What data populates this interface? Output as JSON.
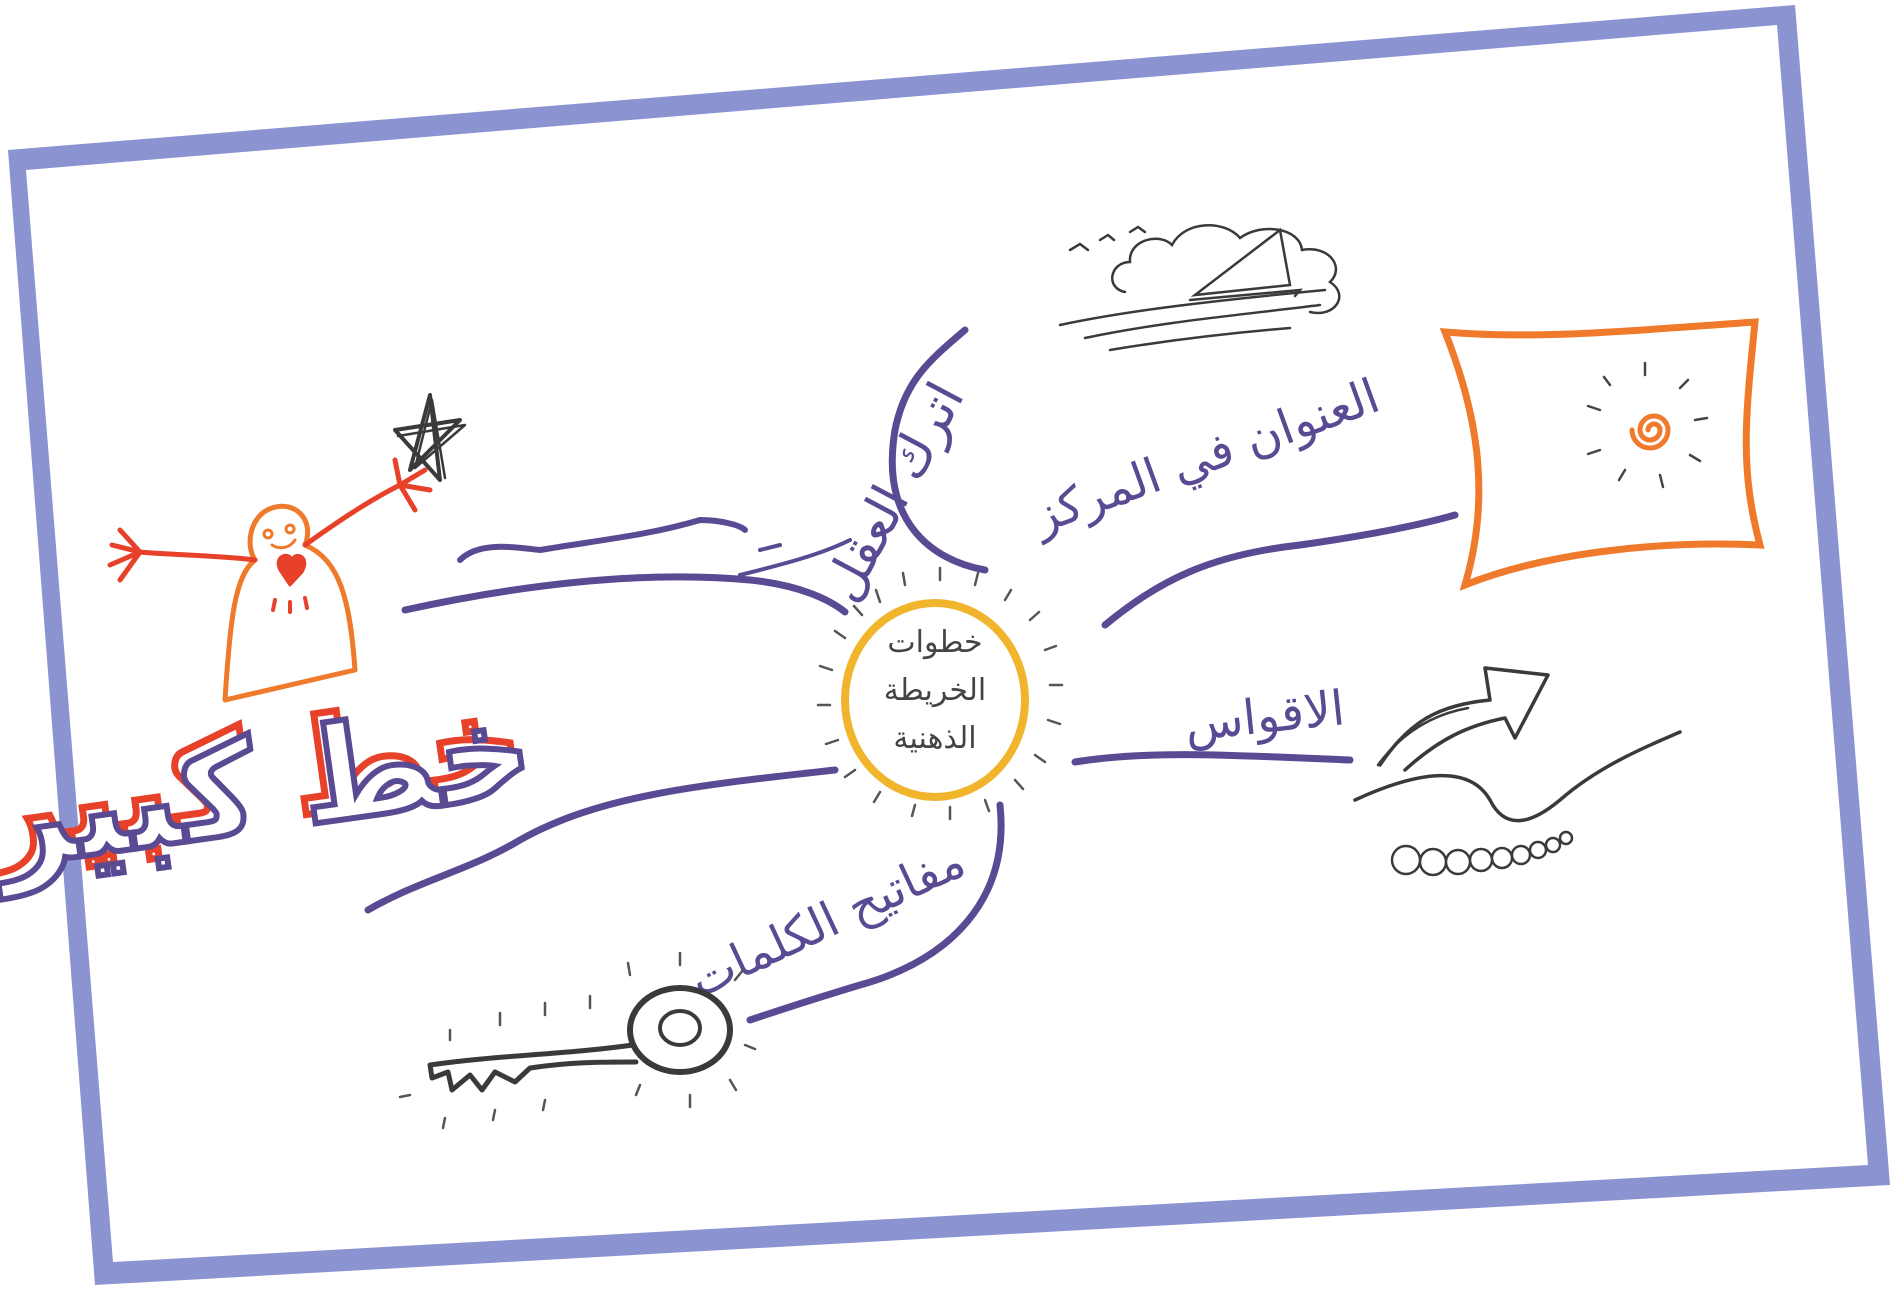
{
  "card": {
    "border_color": "#8b93d1",
    "paper_color": "#ffffff"
  },
  "center": {
    "lines": [
      "خطوات",
      "الخريطة",
      "الذهنية"
    ],
    "ring_color": "#f0b52c"
  },
  "branches": [
    {
      "id": "relax",
      "label": "اترك العقل",
      "color": "#5a4a93",
      "icon": "sailboat-over-waves"
    },
    {
      "id": "title-center",
      "label": "العنوان في المركز",
      "color": "#5a4a93",
      "icon": "sun-in-frame"
    },
    {
      "id": "arcs",
      "label": "الاقواس",
      "color": "#5a4a93",
      "icon": "arrow-over-path-with-beads"
    },
    {
      "id": "keywords",
      "label": "مفاتيح الكلمات",
      "color": "#5a4a93",
      "icon": "key"
    },
    {
      "id": "big-line",
      "label": "خط كبير",
      "color": "#5a4a93",
      "icon": "cheering-figure-with-star"
    }
  ],
  "palette": {
    "branch": "#5a4a93",
    "accent_red": "#e8412a",
    "accent_orange": "#f07a2b",
    "ink_grey": "#555555",
    "ink_dark": "#3a3a3a"
  }
}
